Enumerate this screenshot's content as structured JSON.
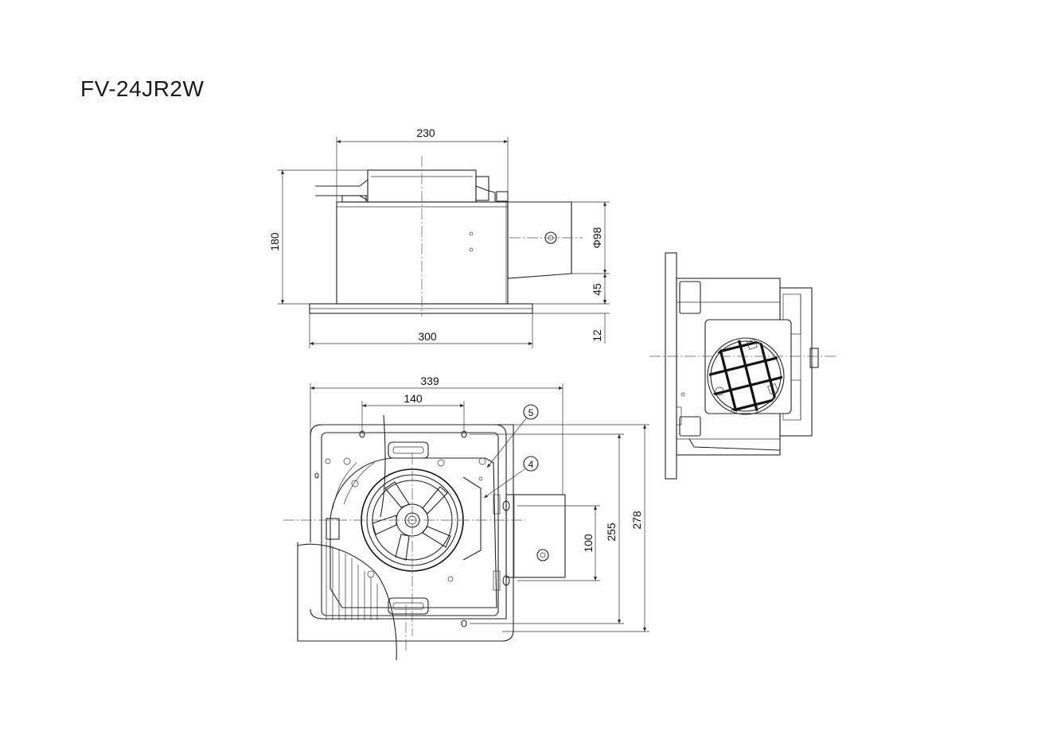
{
  "title": "FV-24JR2W",
  "dimensions": {
    "top_width": "230",
    "height": "180",
    "duct_dia": "Φ98",
    "duct_offset": "45",
    "flange": "12",
    "base_width": "300",
    "overall_width": "339",
    "hole_spacing": "140",
    "duct_center": "100",
    "body_depth": "255",
    "overall_depth": "278"
  },
  "callouts": {
    "c5": "5",
    "c4": "4"
  }
}
